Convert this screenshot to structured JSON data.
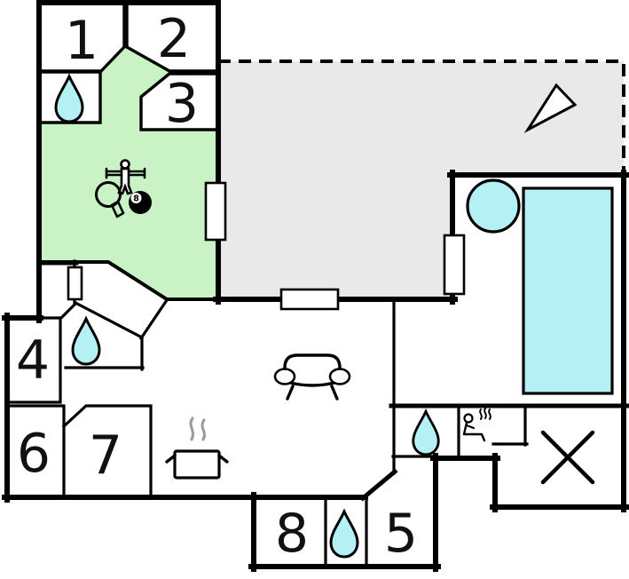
{
  "colors": {
    "wall": "#000000",
    "room-green": "#c9f3c4",
    "water": "#b5f0f4",
    "terrace": "#e9e9e9",
    "steam": "#999999",
    "paper": "#ffffff",
    "digit": "#111111"
  },
  "floorplan": {
    "room_labels": [
      "1",
      "2",
      "3",
      "4",
      "5",
      "6",
      "7",
      "8"
    ],
    "eight_ball_label": "8",
    "icons": {
      "water_drop": "water-drop (bath/shower)",
      "sauna": "sauna person with steam",
      "stove": "cooking pot with steam",
      "sofa": "sofa",
      "table_tennis": "table-tennis paddle",
      "foosball": "foosball player on rod",
      "eight_ball": "billiard 8-ball",
      "north_arrow": "compass needle",
      "cross": "crossed-out room"
    }
  }
}
